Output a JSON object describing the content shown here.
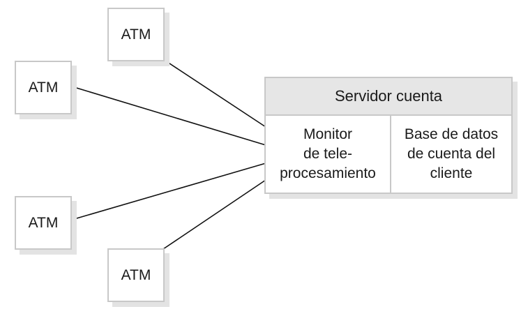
{
  "atms": [
    {
      "label": "ATM"
    },
    {
      "label": "ATM"
    },
    {
      "label": "ATM"
    },
    {
      "label": "ATM"
    }
  ],
  "server": {
    "title": "Servidor cuenta",
    "monitor": "Monitor\nde tele-\nprocesamiento",
    "database": "Base de datos\nde cuenta del\ncliente"
  }
}
